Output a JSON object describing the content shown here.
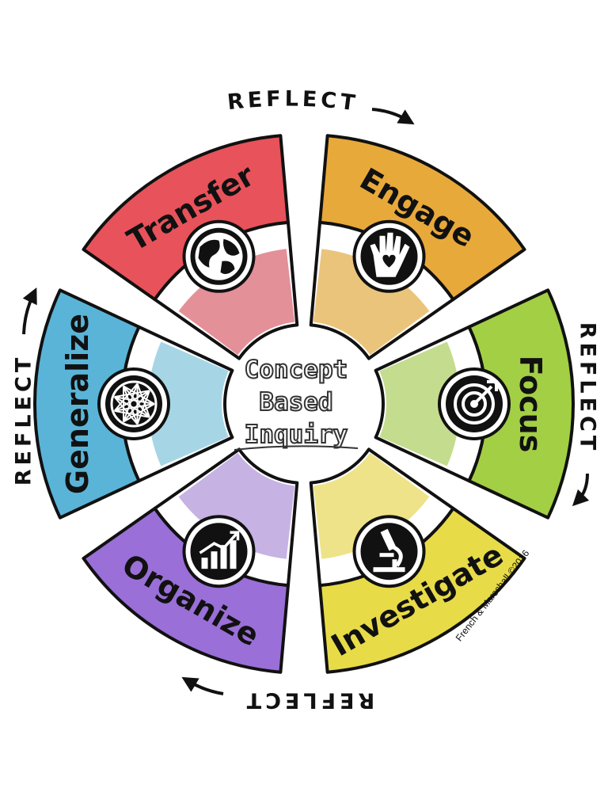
{
  "center": {
    "lines": [
      "Concept",
      "Based",
      "Inquiry"
    ]
  },
  "segments": [
    {
      "label": "Engage",
      "icon": "hand-heart-icon",
      "outer_color": "#E8A93B",
      "inner_color": "#EBC47C"
    },
    {
      "label": "Focus",
      "icon": "target-icon",
      "outer_color": "#A3CF45",
      "inner_color": "#C4DC8E"
    },
    {
      "label": "Investigate",
      "icon": "microscope-icon",
      "outer_color": "#E8DB48",
      "inner_color": "#EEE388"
    },
    {
      "label": "Organize",
      "icon": "bar-chart-icon",
      "outer_color": "#9A6FD8",
      "inner_color": "#C6B2E3"
    },
    {
      "label": "Generalize",
      "icon": "network-globe-icon",
      "outer_color": "#5AB4D8",
      "inner_color": "#A6D6E6"
    },
    {
      "label": "Transfer",
      "icon": "world-globe-icon",
      "outer_color": "#E8525A",
      "inner_color": "#E39098"
    }
  ],
  "reflect_label": "REFLECT",
  "credit": "French & Marschall ©2016"
}
